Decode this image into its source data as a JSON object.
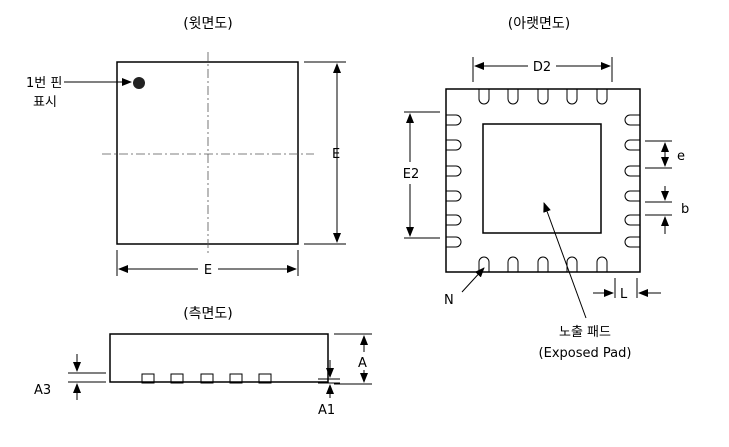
{
  "titles": {
    "top": "(윗면도)",
    "bottom": "(아랫면도)",
    "side": "(측면도)"
  },
  "pin1": {
    "line1": "1번 핀",
    "line2": "표시"
  },
  "dims": {
    "E_vertical": "E",
    "E_horizontal": "E",
    "D2": "D2",
    "E2": "E2",
    "e": "e",
    "b": "b",
    "L": "L",
    "N": "N",
    "A": "A",
    "A1": "A1",
    "A3": "A3"
  },
  "exposed_pad": {
    "line1": "노출 패드",
    "line2": "(Exposed Pad)"
  }
}
